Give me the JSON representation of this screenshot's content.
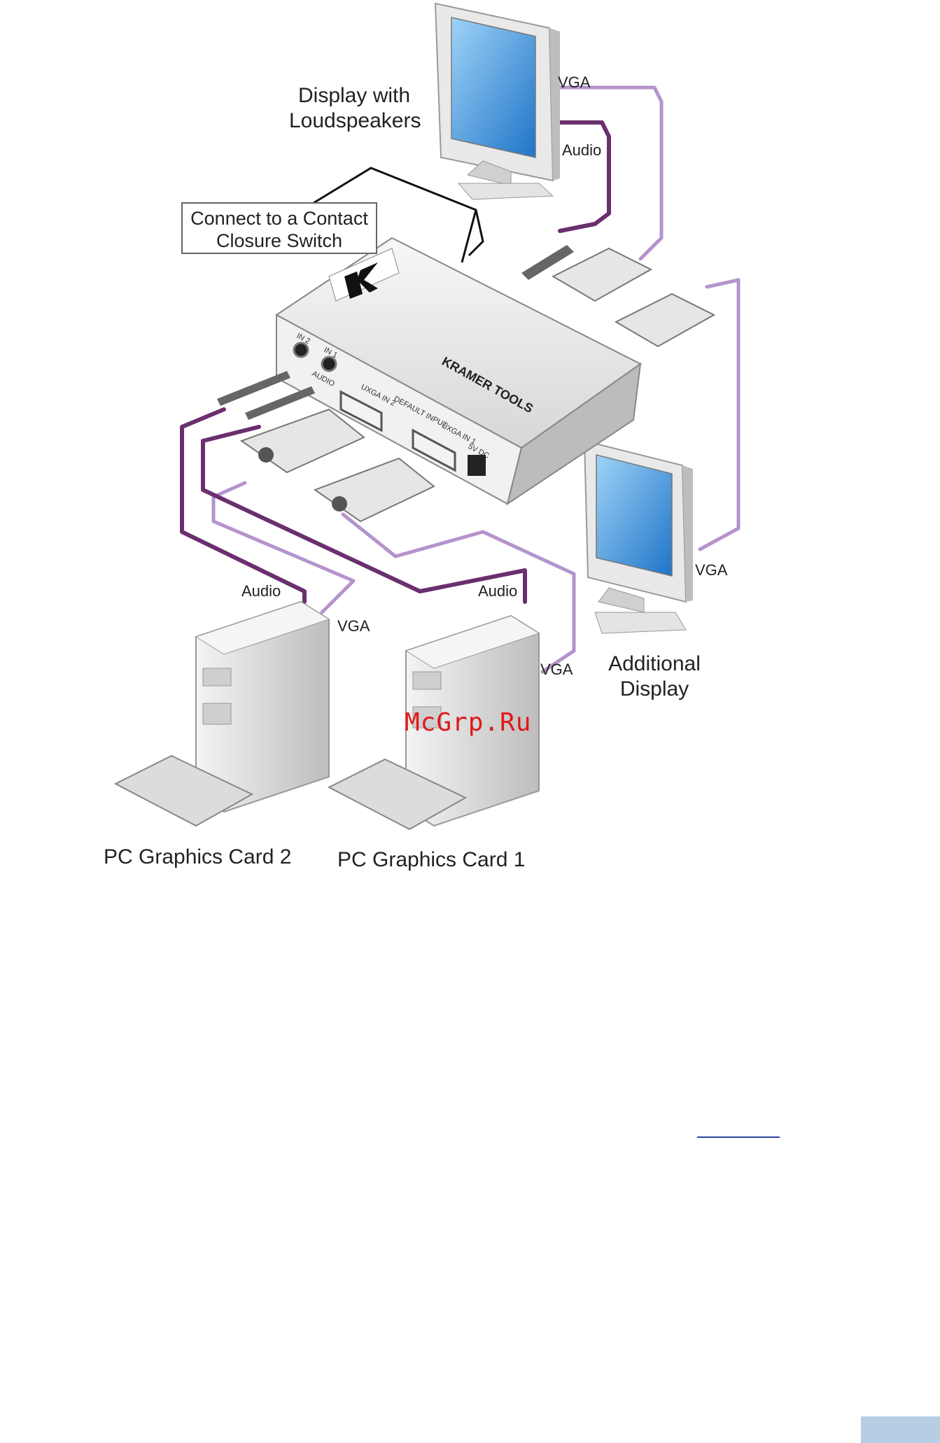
{
  "labels": {
    "display_main_line1": "Display with",
    "display_main_line2": "Loudspeakers",
    "contact_line1": "Connect to a Contact",
    "contact_line2": "Closure Switch",
    "vga_top": "VGA",
    "audio_top": "Audio",
    "vga_right": "VGA",
    "additional_line1": "Additional",
    "additional_line2": "Display",
    "audio_left": "Audio",
    "vga_left": "VGA",
    "audio_right": "Audio",
    "vga_bottom": "VGA",
    "pc2": "PC Graphics Card 2",
    "pc1": "PC Graphics Card 1"
  },
  "device": {
    "brand": "KRAMER TOOLS",
    "in2": "IN 2",
    "in1": "IN 1",
    "audio": "AUDIO",
    "uxga_in2": "UXGA IN 2",
    "uxga_in1": "UXGA IN 1",
    "default_input": "DEFAULT INPUT",
    "dc": "5V DC"
  },
  "watermark": "McGrp.Ru",
  "colors": {
    "audio_cable": "#6a2f6e",
    "vga_cable": "#b493cd",
    "screen": "#3a8fd9",
    "page_tab": "#b7cde3"
  }
}
